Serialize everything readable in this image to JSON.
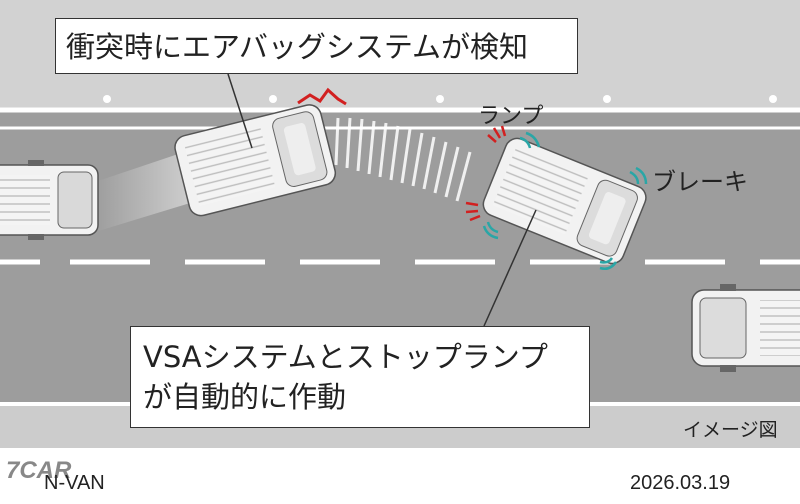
{
  "callouts": {
    "airbag_detect": "衝突時にエアバッグシステムが検知",
    "vsa_line1": "VSAシステムとストップランプ",
    "vsa_line2": "が自動的に作動"
  },
  "labels": {
    "lamp": "ランプ",
    "brake": "ブレーキ",
    "image_note": "イメージ図"
  },
  "footer": {
    "logo_text": "7CAR",
    "model": "N-VAN",
    "date": "2026.03.19"
  },
  "colors": {
    "road": "#9c9c9c",
    "shoulder": "#cfcfcf",
    "impact_red": "#d22020",
    "brake_teal": "#2aa6a6"
  }
}
